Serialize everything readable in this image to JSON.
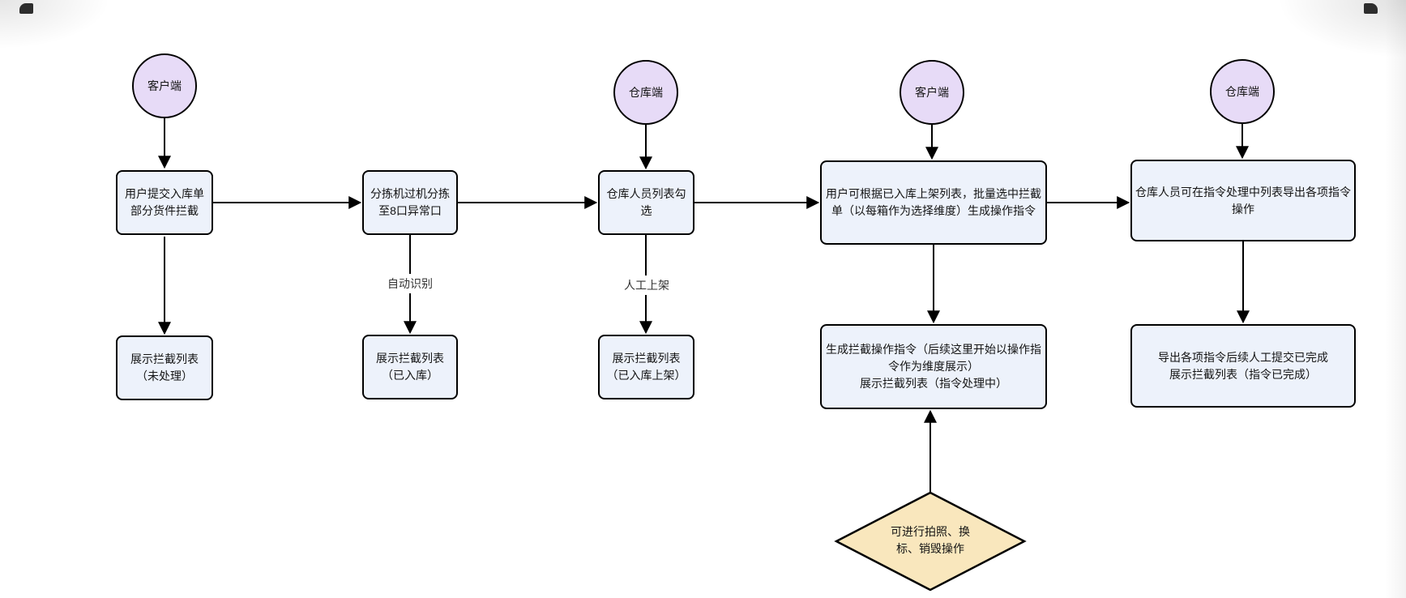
{
  "colors": {
    "circle_fill": "#e7dbf7",
    "box_fill": "#edf2fb",
    "diamond_fill": "#f9e7bd",
    "border": "#000000",
    "arrow": "#000000"
  },
  "diagram": {
    "circles": [
      {
        "label": "客户端"
      },
      {
        "label": "仓库端"
      },
      {
        "label": "客户端"
      },
      {
        "label": "仓库端"
      }
    ],
    "row1_boxes": [
      {
        "label": "用户提交入库单\n部分货件拦截"
      },
      {
        "label": "分拣机过机分拣\n至8口异常口"
      },
      {
        "label": "仓库人员列表勾\n选"
      },
      {
        "label": "用户可根据已入库上架列表，批量选中拦截\n单（以每箱作为选择维度）生成操作指令"
      },
      {
        "label": "仓库人员可在指令处理中列表导出各项指令\n操作"
      }
    ],
    "edge_labels": [
      {
        "label": "自动识别"
      },
      {
        "label": "人工上架"
      }
    ],
    "row2_boxes": [
      {
        "label": "展示拦截列表\n（未处理）"
      },
      {
        "label": "展示拦截列表\n（已入库）"
      },
      {
        "label": "展示拦截列表\n（已入库上架）"
      },
      {
        "label": "生成拦截操作指令（后续这里开始以操作指\n令作为维度展示）\n展示拦截列表（指令处理中）"
      },
      {
        "label": "导出各项指令后续人工提交已完成\n展示拦截列表（指令已完成）"
      }
    ],
    "diamond": {
      "label": "可进行拍照、换\n标、销毁操作"
    }
  }
}
